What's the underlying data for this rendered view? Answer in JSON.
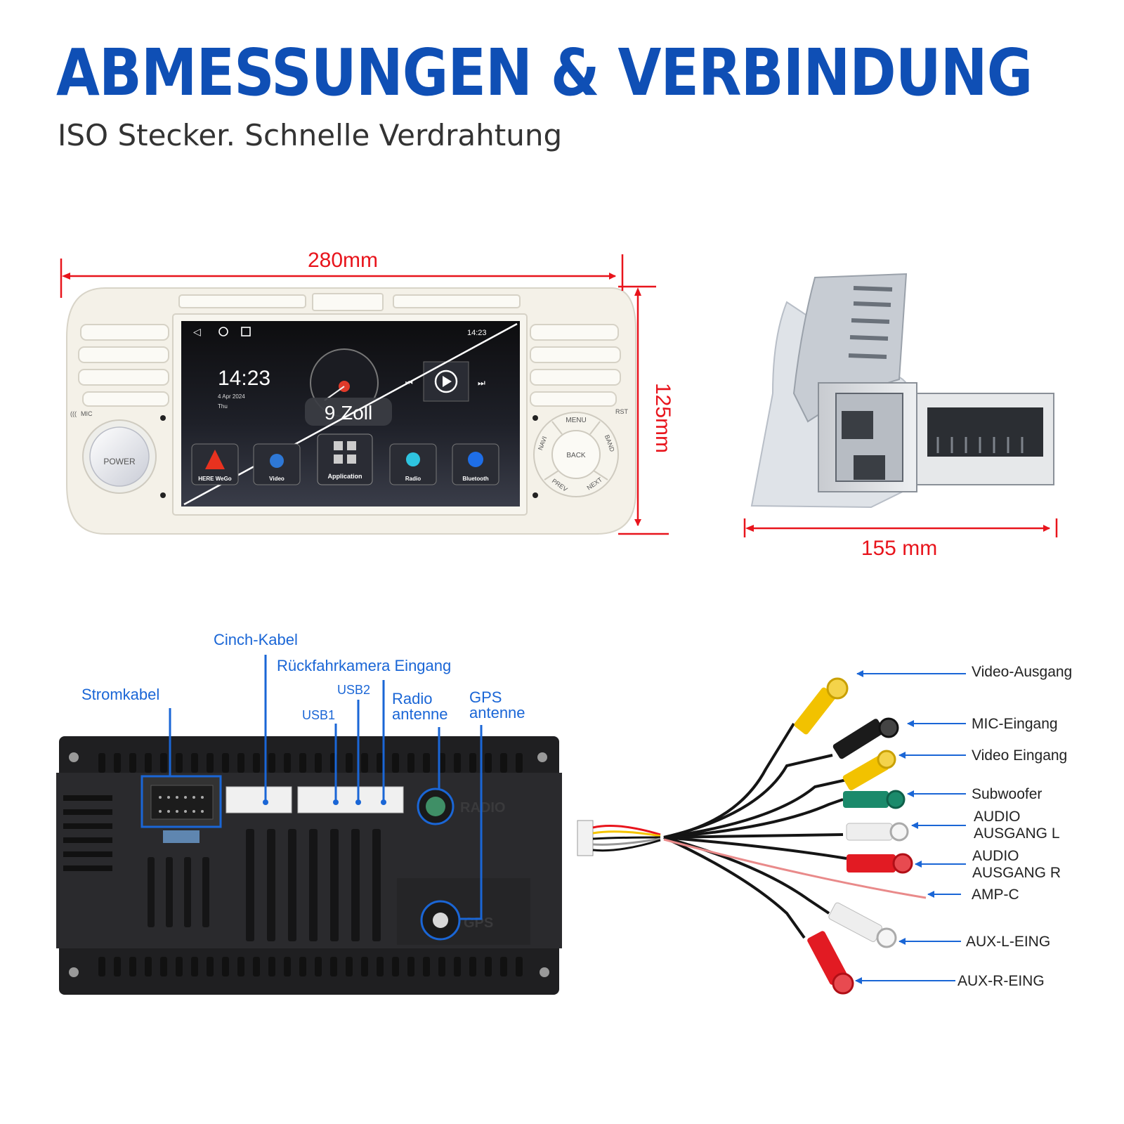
{
  "header": {
    "title": "ABMESSUNGEN & VERBINDUNG",
    "subtitle": "ISO Stecker. Schnelle Verdrahtung"
  },
  "dimensions": {
    "width": "280mm",
    "height": "125mm",
    "depth": "155 mm",
    "screen_size": "9 Zoll"
  },
  "front_unit": {
    "clock": "14:23",
    "date": "4 Apr 2024",
    "day": "Thu",
    "status_time": "14:23",
    "power_label": "POWER",
    "mic_label": "MIC",
    "rst_label": "RST",
    "buttons": {
      "center": "BACK",
      "top": "MENU",
      "right": "BAND",
      "left": "NAVI",
      "bottom_left": "PREV",
      "bottom_right": "NEXT"
    },
    "apps": [
      "HERE WeGo",
      "Video",
      "Application",
      "Radio",
      "Bluetooth"
    ]
  },
  "rear_ports": {
    "power_cable": "Stromkabel",
    "rca_cable": "Cinch-Kabel",
    "reverse_camera": "Rückfahrkamera Eingang",
    "usb1": "USB1",
    "usb2": "USB2",
    "radio_antenna_1": "Radio",
    "radio_antenna_2": "antenne",
    "gps_antenna_1": "GPS",
    "gps_antenna_2": "antenne",
    "radio_print": "RADIO",
    "gps_print": "GPS"
  },
  "harness": {
    "labels": [
      "Video-Ausgang",
      "MIC-Eingang",
      "Video Eingang",
      "Subwoofer",
      "AUDIO",
      "AUSGANG L",
      "AUDIO",
      "AUSGANG R",
      "AMP-C",
      "AUX-L-EING",
      "AUX-R-EING"
    ]
  },
  "colors": {
    "title_blue": "#0f4fb5",
    "callout_blue": "#1a66d6",
    "dimension_red": "#e8141c"
  }
}
